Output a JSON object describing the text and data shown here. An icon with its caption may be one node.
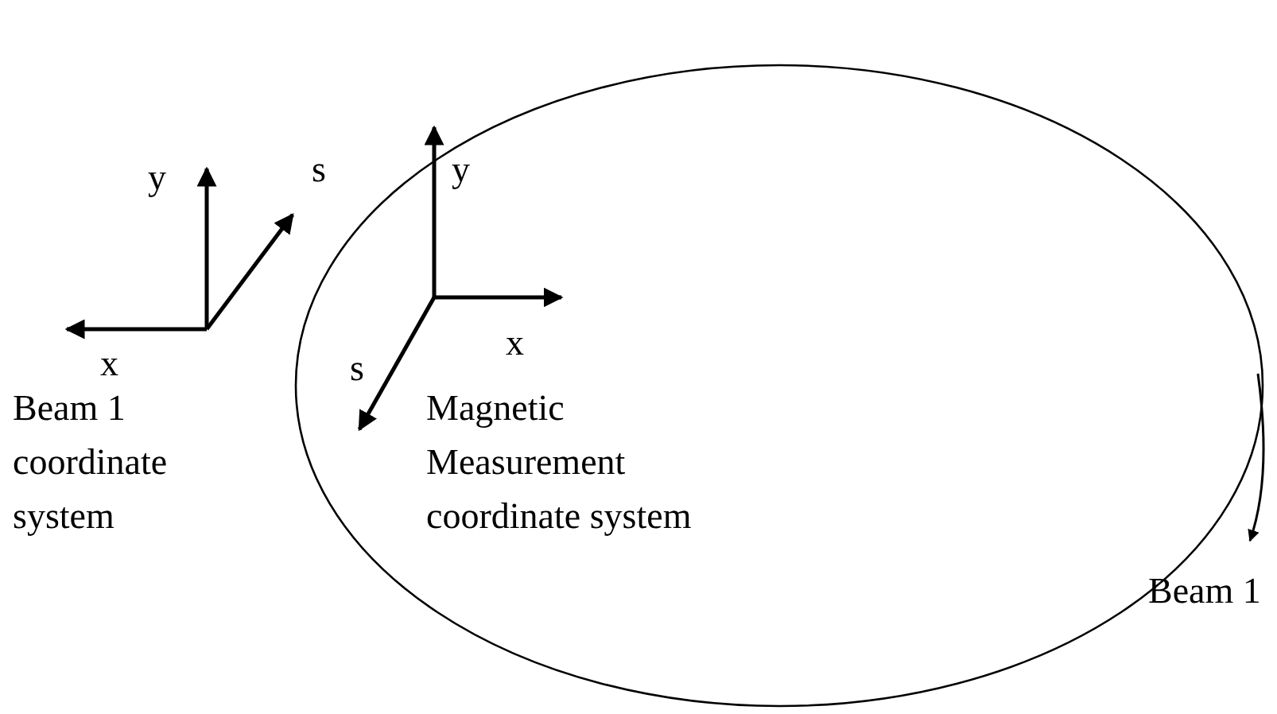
{
  "diagram": {
    "nodes": [
      {
        "text": [
          "Magnetic Measurement coordinate system"
        ]
      }
    ],
    "labels": [
      "y",
      "s",
      "y",
      "x",
      "s",
      "x",
      "Beam 1 coordinate system",
      "Beam 1"
    ]
  }
}
